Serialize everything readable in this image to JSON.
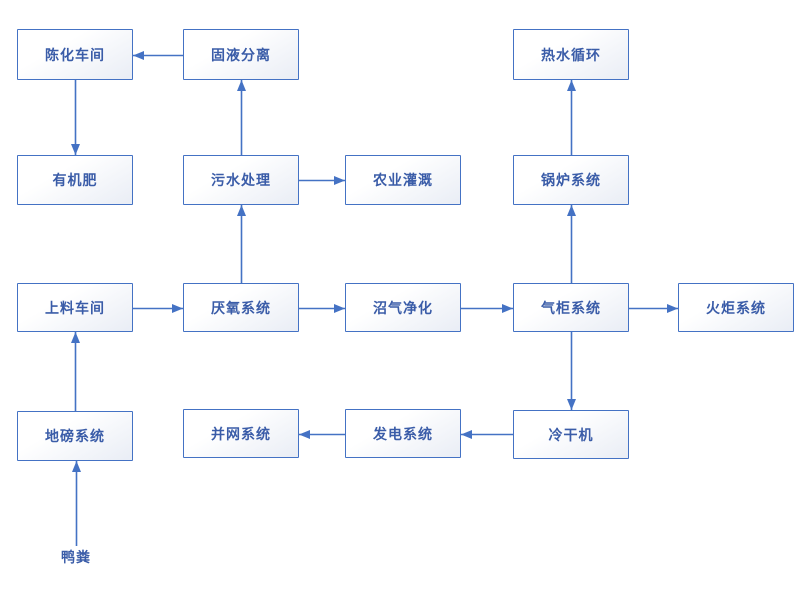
{
  "diagram": {
    "title": "biogas-process-flow-diagram",
    "colors": {
      "background": "#ffffff",
      "box_border": "#4472C4",
      "box_text": "#3A5CA8",
      "box_fill_end": "#E9EDF5",
      "arrow": "#4472C4"
    },
    "nodes": [
      {
        "id": "aging-workshop",
        "label": "陈化车间"
      },
      {
        "id": "solid-liquid-separation",
        "label": "固液分离"
      },
      {
        "id": "hot-water-circulation",
        "label": "热水循环"
      },
      {
        "id": "organic-fertilizer",
        "label": "有机肥"
      },
      {
        "id": "sewage-treatment",
        "label": "污水处理"
      },
      {
        "id": "agricultural-irrigation",
        "label": "农业灌溉"
      },
      {
        "id": "boiler-system",
        "label": "锅炉系统"
      },
      {
        "id": "feeding-workshop",
        "label": "上料车间"
      },
      {
        "id": "anaerobic-system",
        "label": "厌氧系统"
      },
      {
        "id": "biogas-purification",
        "label": "沼气净化"
      },
      {
        "id": "gas-holder-system",
        "label": "气柜系统"
      },
      {
        "id": "flare-system",
        "label": "火炬系统"
      },
      {
        "id": "weighbridge-system",
        "label": "地磅系统"
      },
      {
        "id": "grid-connection-system",
        "label": "并网系统"
      },
      {
        "id": "power-generation-system",
        "label": "发电系统"
      },
      {
        "id": "cold-dryer",
        "label": "冷干机"
      },
      {
        "id": "duck-manure",
        "label": "鸭粪"
      }
    ],
    "edges": [
      {
        "from": "solid-liquid-separation",
        "to": "aging-workshop"
      },
      {
        "from": "aging-workshop",
        "to": "organic-fertilizer"
      },
      {
        "from": "sewage-treatment",
        "to": "solid-liquid-separation"
      },
      {
        "from": "sewage-treatment",
        "to": "agricultural-irrigation"
      },
      {
        "from": "boiler-system",
        "to": "hot-water-circulation"
      },
      {
        "from": "feeding-workshop",
        "to": "anaerobic-system"
      },
      {
        "from": "anaerobic-system",
        "to": "sewage-treatment"
      },
      {
        "from": "anaerobic-system",
        "to": "biogas-purification"
      },
      {
        "from": "biogas-purification",
        "to": "gas-holder-system"
      },
      {
        "from": "gas-holder-system",
        "to": "boiler-system"
      },
      {
        "from": "gas-holder-system",
        "to": "flare-system"
      },
      {
        "from": "gas-holder-system",
        "to": "cold-dryer"
      },
      {
        "from": "cold-dryer",
        "to": "power-generation-system"
      },
      {
        "from": "power-generation-system",
        "to": "grid-connection-system"
      },
      {
        "from": "weighbridge-system",
        "to": "feeding-workshop"
      },
      {
        "from": "duck-manure",
        "to": "weighbridge-system"
      }
    ]
  }
}
